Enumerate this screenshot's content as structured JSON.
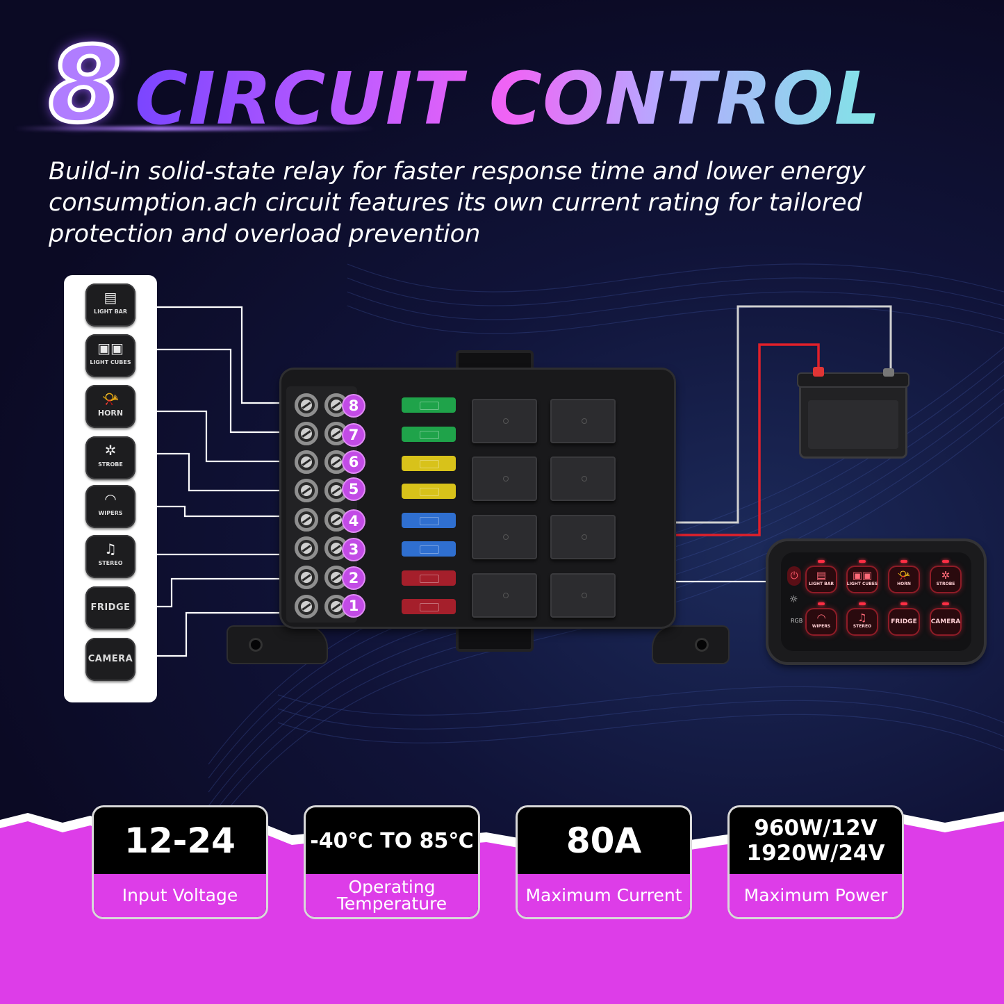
{
  "headline": {
    "number": "8",
    "title": "CIRCUIT CONTROL"
  },
  "description": "Build-in solid-state relay for faster response time and lower energy consumption.ach circuit features its own current rating for tailored protection and overload prevention",
  "switch_labels": [
    "LIGHT BAR",
    "LIGHT CUBES",
    "HORN",
    "STROBE",
    "WIPERS",
    "STEREO",
    "FRIDGE",
    "CAMERA"
  ],
  "circuit_numbers": [
    "8",
    "7",
    "6",
    "5",
    "4",
    "3",
    "2",
    "1"
  ],
  "control_panel": {
    "side_label": "RGB",
    "keys": [
      "LIGHT BAR",
      "LIGHT CUBES",
      "HORN",
      "STROBE",
      "WIPERS",
      "STEREO",
      "FRIDGE",
      "CAMERA"
    ]
  },
  "specs": [
    {
      "value": "12-24",
      "label": "Input Voltage"
    },
    {
      "value": "-40℃ TO 85℃",
      "label": "Operating Temperature"
    },
    {
      "value": "80A",
      "label": "Maximum Current"
    },
    {
      "value_line1": "960W/12V",
      "value_line2": "1920W/24V",
      "label": "Maximum Power"
    }
  ],
  "colors": {
    "accent_purple": "#dd3de8",
    "badge": "#c24be6",
    "fuse_colors": [
      "#1fa34a",
      "#1fa34a",
      "#d8c21a",
      "#d8c21a",
      "#2f6fd0",
      "#2f6fd0",
      "#a51f2b",
      "#a51f2b"
    ],
    "wire_red": "#e0202a"
  },
  "icons": [
    "light-bar-icon",
    "light-cubes-icon",
    "horn-icon",
    "strobe-icon",
    "wipers-icon",
    "stereo-icon",
    "power-icon",
    "brightness-icon"
  ]
}
